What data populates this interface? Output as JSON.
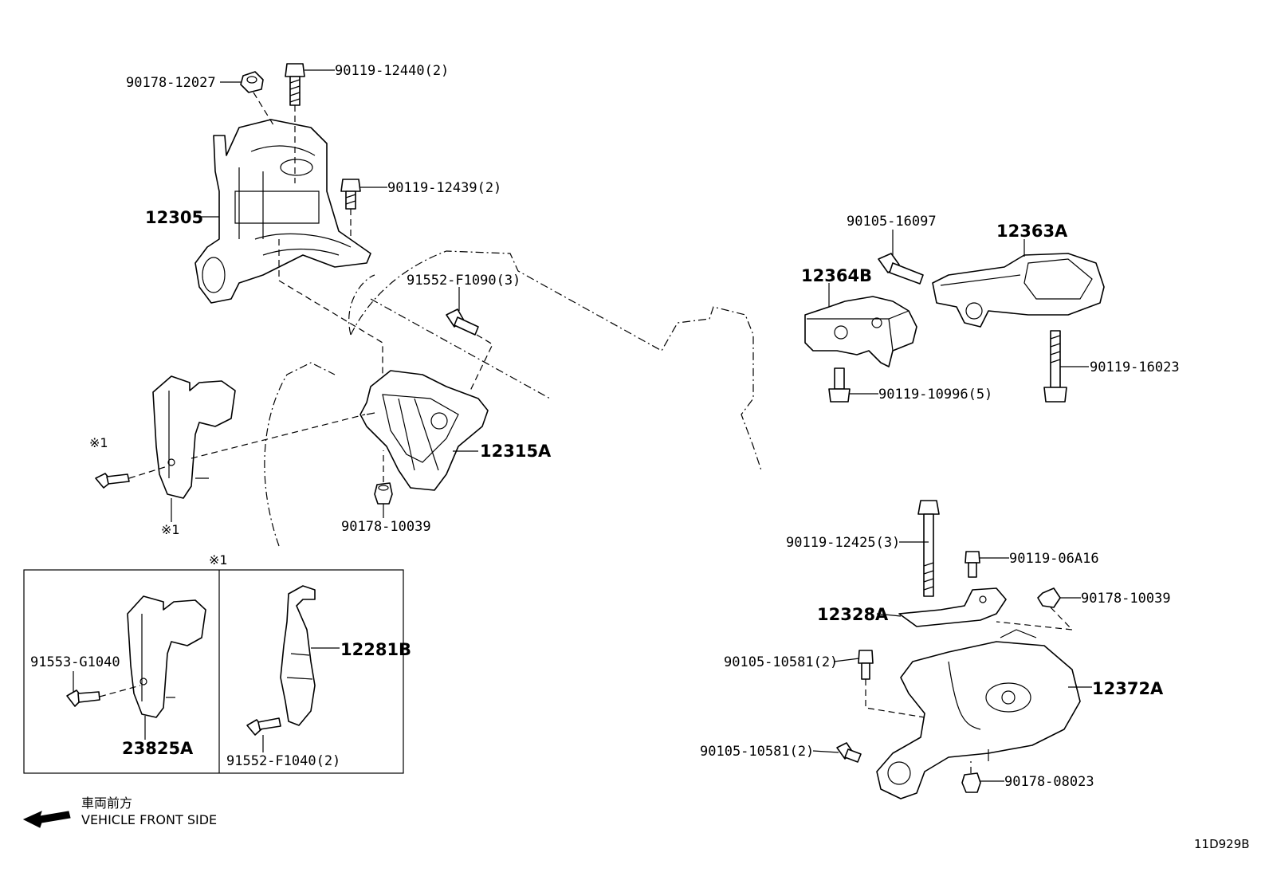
{
  "labels": {
    "p90178_12027": "90178-12027",
    "p90119_12440": "90119-12440(2)",
    "p90119_12439": "90119-12439(2)",
    "p12305": "12305",
    "p91552_F1090": "91552-F1090(3)",
    "p12315A": "12315A",
    "p90178_10039_left": "90178-10039",
    "p90105_16097": "90105-16097",
    "p12363A": "12363A",
    "p12364B": "12364B",
    "p90119_16023": "90119-16023",
    "p90119_10996": "90119-10996(5)",
    "p90119_12425": "90119-12425(3)",
    "p90119_06A16": "90119-06A16",
    "p90178_10039_right": "90178-10039",
    "p12328A": "12328A",
    "p90105_10581_a": "90105-10581(2)",
    "p12372A": "12372A",
    "p90105_10581_b": "90105-10581(2)",
    "p90178_08023": "90178-08023",
    "p91553_G1040": "91553-G1040",
    "p23825A": "23825A",
    "p12281B": "12281B",
    "p91552_F1040": "91552-F1040(2)"
  },
  "notes": {
    "mark1_a": "※1",
    "mark1_b": "※1",
    "mark1_box": "※1"
  },
  "legend": {
    "jp": "車両前方",
    "en": "VEHICLE FRONT SIDE"
  },
  "diagram_code": "11D929B"
}
